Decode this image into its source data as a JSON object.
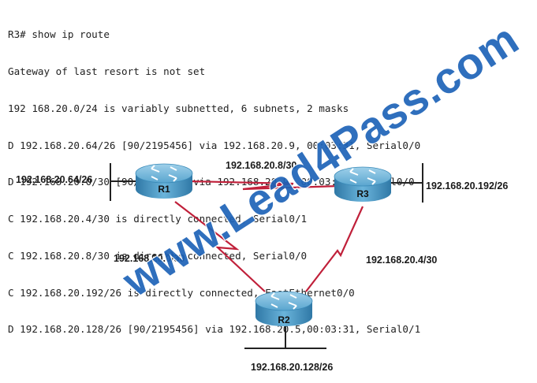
{
  "terminal": {
    "lines": [
      "R3# show ip route",
      "Gateway of last resort is not set",
      "192 168.20.0/24 is variably subnetted, 6 subnets, 2 masks",
      "D 192.168.20.64/26 [90/2195456] via 192.168.20.9, 00:03:31, Serial0/0",
      "D 192.168.20.0/30 [90/2681856] via 192.168.20.9, 00:03:31, Serial0/0",
      "C 192.168.20.4/30 is directly connected, Serial0/1",
      "C 192.168.20.8/30 is directly connected, Serial0/0",
      "C 192.168.20.192/26 is directly connected, FastEthernet0/0",
      "D 192.168.20.128/26 [90/2195456] via 192.168.20.5,00:03:31, Serial0/1"
    ]
  },
  "routers": {
    "r1": "R1",
    "r2": "R2",
    "r3": "R3"
  },
  "networks": {
    "r1_lan": "192.168.20.64/26",
    "r1_r3_link": "192.168.20.8/30",
    "r3_lan": "192.168.20.192/26",
    "r1_r2_link": "192.168.20.0/30",
    "r2_r3_link": "192.168.20.4/30",
    "r2_lan": "192.168.20.128/26"
  },
  "watermark": "www.Lead4Pass.com",
  "colors": {
    "serial_link": "#c0203a",
    "lan_segment": "#222222",
    "router_body": "#4a9ec8",
    "watermark": "#1e63b8"
  }
}
